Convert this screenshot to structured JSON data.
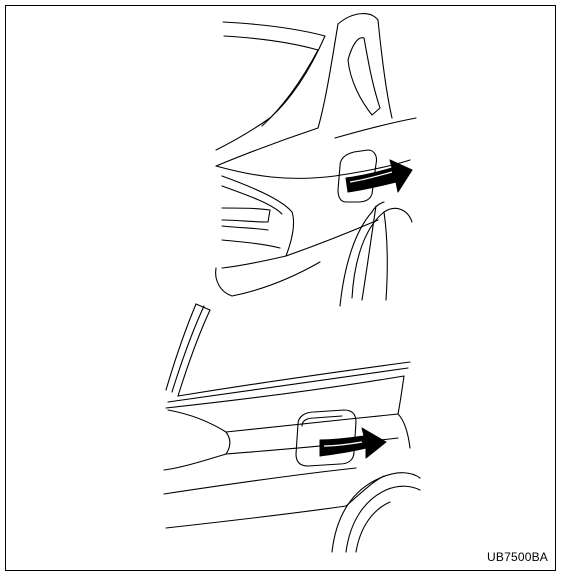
{
  "figure": {
    "code": "UB7500BA",
    "illustrations": [
      {
        "name": "sedan-rear-quarter",
        "arrow_direction": "right"
      },
      {
        "name": "wagon-rear-quarter",
        "arrow_direction": "right"
      }
    ],
    "colors": {
      "line": "#000000",
      "background": "#ffffff",
      "arrow_fill": "#000000"
    }
  }
}
